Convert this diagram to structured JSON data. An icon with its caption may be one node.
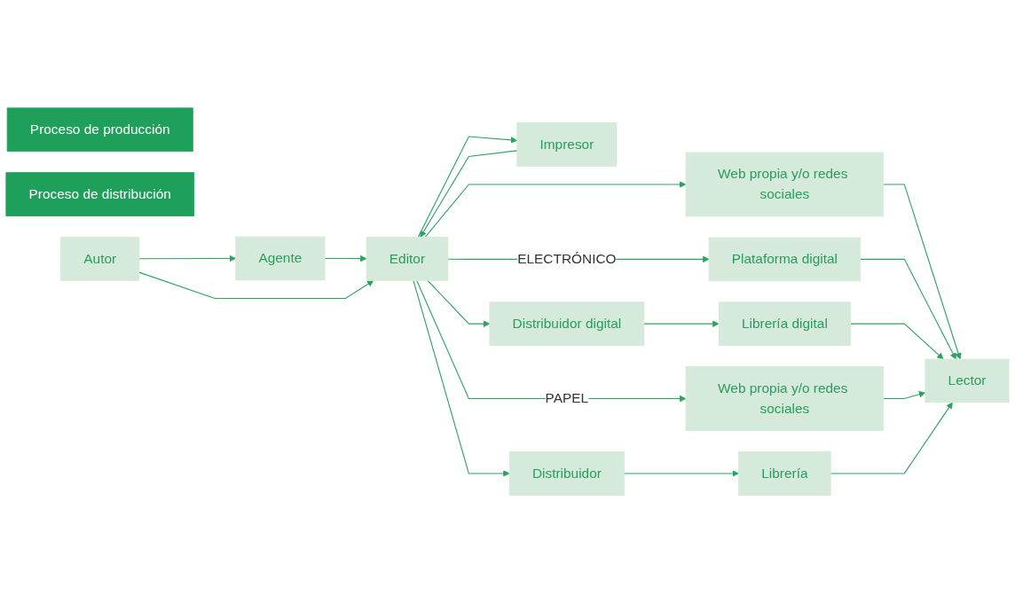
{
  "diagram": {
    "nodes": [
      {
        "text": [
          "Proceso de producción"
        ]
      },
      {
        "text": [
          "Proceso de distribución"
        ]
      },
      {
        "text": [
          "Autor"
        ]
      },
      {
        "text": [
          "Agente"
        ]
      },
      {
        "text": [
          "Editor"
        ]
      },
      {
        "text": [
          "Impresor"
        ]
      },
      {
        "text": [
          "Web propia y/o redes sociales"
        ]
      },
      {
        "text": [
          "Plataforma digital"
        ]
      },
      {
        "text": [
          "Distribuidor digital"
        ]
      },
      {
        "text": [
          "Librería digital"
        ]
      },
      {
        "text": [
          "Lector"
        ]
      },
      {
        "text": [
          "Web propia y/o redes sociales"
        ]
      },
      {
        "text": [
          "Distribuidor"
        ]
      },
      {
        "text": [
          "Librería"
        ]
      }
    ],
    "edges": [
      {
        "from": 2,
        "to": 3,
        "arrow": "to"
      },
      {
        "from": 3,
        "to": 4,
        "arrow": "to"
      },
      {
        "from": 2,
        "to": 4,
        "arrow": "to"
      },
      {
        "from": 4,
        "to": 5,
        "arrow": "to"
      },
      {
        "from": 5,
        "to": 4,
        "arrow": "to"
      },
      {
        "from": 4,
        "to": 6,
        "arrow": "to"
      },
      {
        "from": 4,
        "to": 7,
        "arrow": "to",
        "label": "ELECTRÓNICO"
      },
      {
        "from": 4,
        "to": 8,
        "arrow": "to"
      },
      {
        "from": 8,
        "to": 9,
        "arrow": "to"
      },
      {
        "from": 6,
        "to": 10,
        "arrow": "to"
      },
      {
        "from": 7,
        "to": 10,
        "arrow": "to"
      },
      {
        "from": 9,
        "to": 10,
        "arrow": "to"
      },
      {
        "from": 4,
        "to": 11,
        "arrow": "to",
        "label": "PAPEL"
      },
      {
        "from": 4,
        "to": 12,
        "arrow": "to"
      },
      {
        "from": 12,
        "to": 13,
        "arrow": "to"
      },
      {
        "from": 11,
        "to": 10,
        "arrow": "to"
      },
      {
        "from": 13,
        "to": 10,
        "arrow": "to"
      }
    ]
  }
}
